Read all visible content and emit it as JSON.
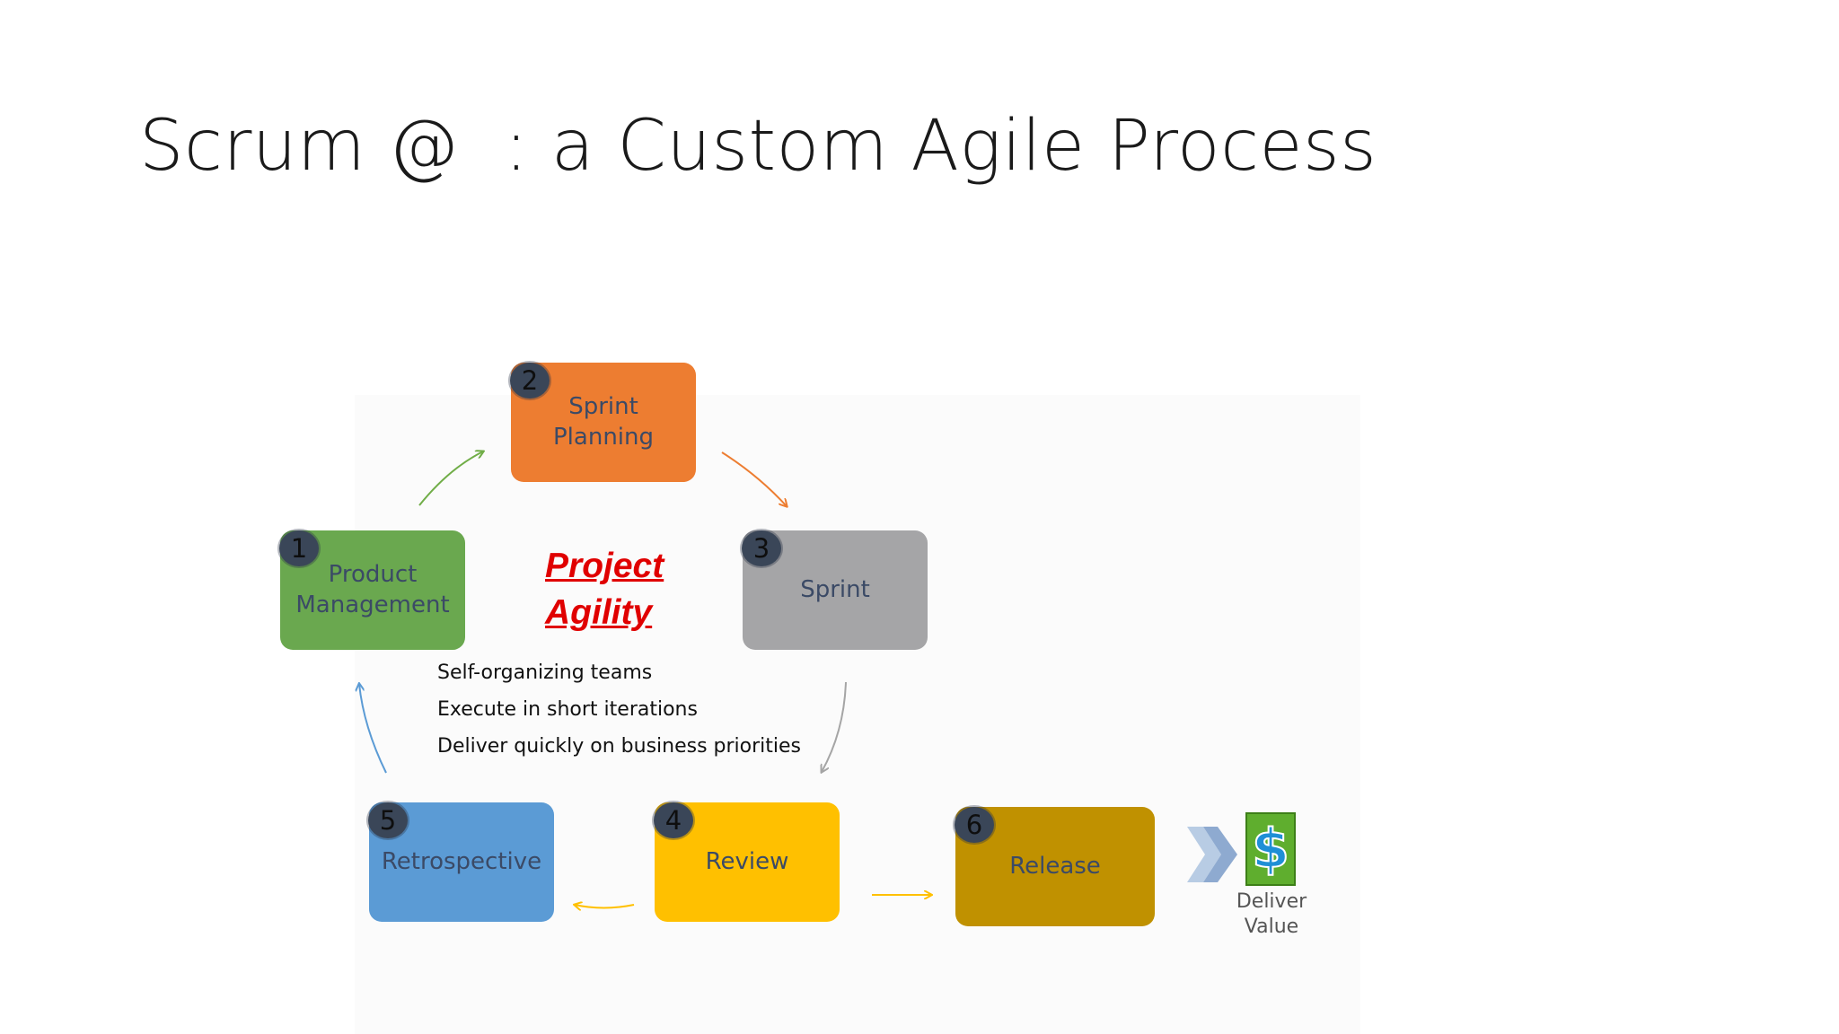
{
  "slide": {
    "title": "Scrum @  : a Custom Agile Process"
  },
  "diagram": {
    "steps": [
      {
        "number": "1",
        "label": "Product\nManagement",
        "color": "#6aa84f"
      },
      {
        "number": "2",
        "label": "Sprint\nPlanning",
        "color": "#ed7d31"
      },
      {
        "number": "3",
        "label": "Sprint",
        "color": "#a5a5a7"
      },
      {
        "number": "4",
        "label": "Review",
        "color": "#ffc000"
      },
      {
        "number": "5",
        "label": "Retrospective",
        "color": "#5b9bd5"
      },
      {
        "number": "6",
        "label": "Release",
        "color": "#c09100"
      }
    ],
    "center_text": "Project \nAgility",
    "bullets": [
      "Self-organizing teams",
      "Execute in short iterations",
      "Deliver quickly on business priorities"
    ],
    "deliver_label": "Deliver\nValue",
    "icons": [
      "chevron-right-icon",
      "dollar-icon"
    ]
  }
}
